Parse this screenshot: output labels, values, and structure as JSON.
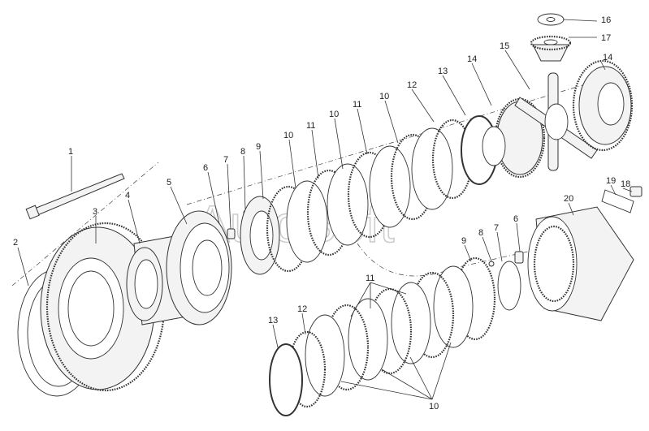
{
  "watermark": "AutoSoft",
  "callouts": {
    "c1": "1",
    "c2": "2",
    "c3": "3",
    "c4": "4",
    "c5": "5",
    "c6a": "6",
    "c7a": "7",
    "c8a": "8",
    "c9a": "9",
    "c10a": "10",
    "c11a": "11",
    "c10b": "10",
    "c11b": "11",
    "c10c": "10",
    "c12a": "12",
    "c13a": "13",
    "c14a": "14",
    "c15": "15",
    "c14b": "14",
    "c16": "16",
    "c17": "17",
    "c18": "18",
    "c19": "19",
    "c20": "20",
    "c6b": "6",
    "c7b": "7",
    "c8b": "8",
    "c9b": "9",
    "c11c": "11",
    "c12b": "12",
    "c13b": "13",
    "c10d": "10"
  }
}
